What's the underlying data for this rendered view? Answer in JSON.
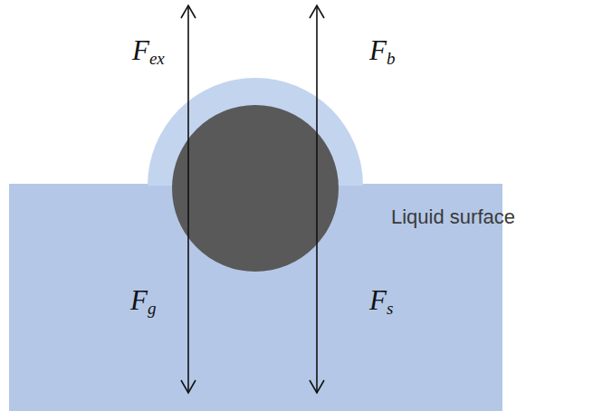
{
  "diagram": {
    "labels": [
      "Fex",
      "Fb",
      "Liquid surface",
      "Fg",
      "Fs"
    ]
  }
}
